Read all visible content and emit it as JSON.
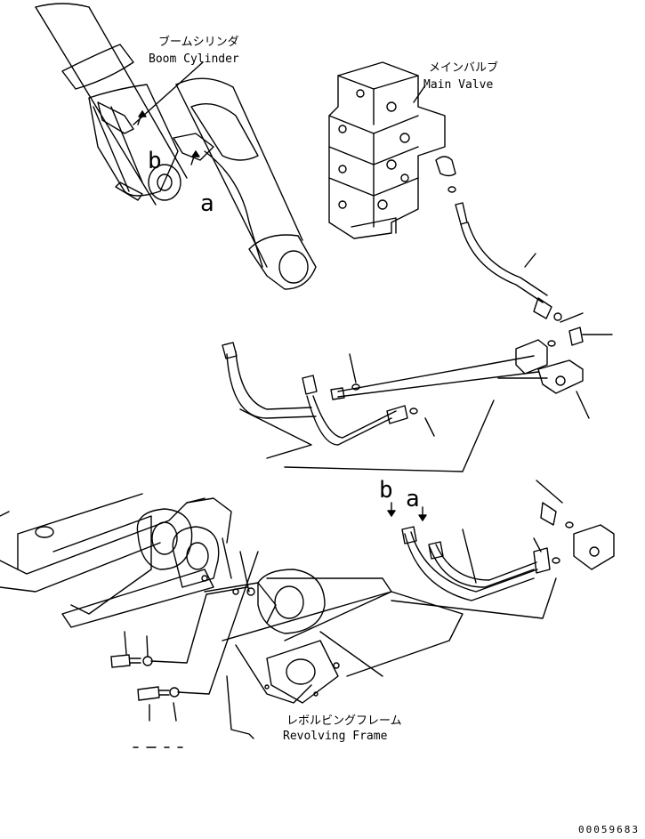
{
  "labels": {
    "boom_cylinder_jp": "ブームシリンダ",
    "boom_cylinder_en": "Boom Cylinder",
    "main_valve_jp": "メインバルブ",
    "main_valve_en": "Main Valve",
    "revolving_frame_jp": "レボルビングフレーム",
    "revolving_frame_en": "Revolving Frame"
  },
  "callouts": {
    "a_upper": "a",
    "b_upper": "b",
    "a_lower": "a",
    "b_lower": "b"
  },
  "document_number": "00059683"
}
